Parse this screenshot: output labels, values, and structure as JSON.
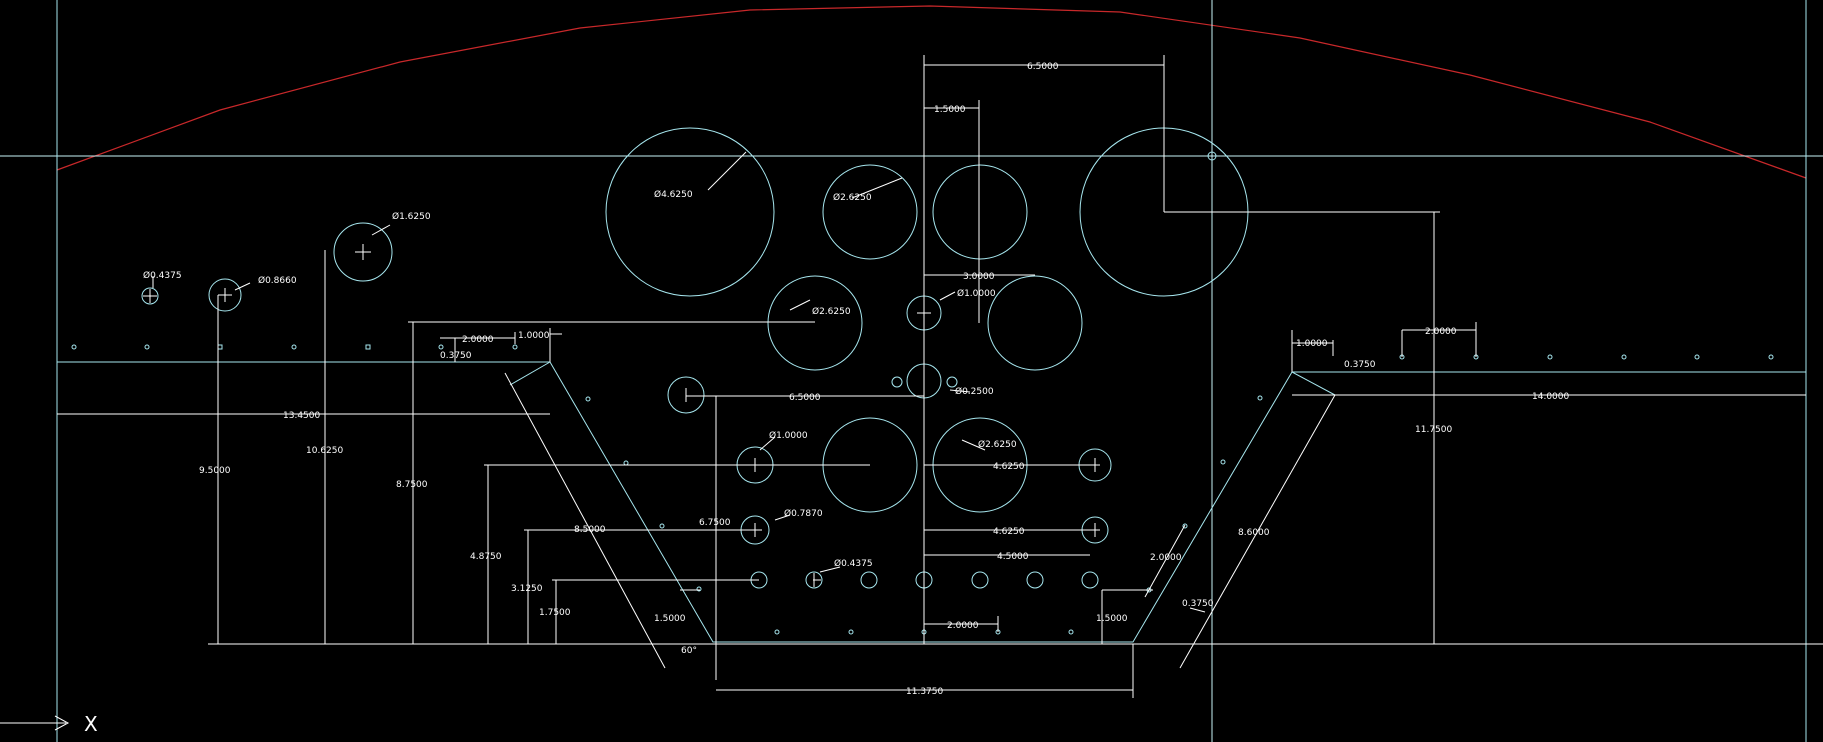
{
  "viewport": {
    "axis_label": "X"
  },
  "colors": {
    "background": "#000000",
    "geometry": "#a6e6ee",
    "dimension": "#ffffff",
    "boundary_arc": "#c8282a",
    "crosshair": "#c9f3f7"
  },
  "dimensions": {
    "d_4_6250": "Ø4.6250",
    "d_2_6250_a": "Ø2.6250",
    "d_2_6250_b": "Ø2.6250",
    "d_2_6250_c": "Ø2.6250",
    "d_1_6250": "Ø1.6250",
    "d_0_4375_a": "Ø0.4375",
    "d_0_4375_b": "Ø0.4375",
    "d_0_8660": "Ø0.8660",
    "d_1_0000_a": "Ø1.0000",
    "d_1_0000_b": "Ø1.0000",
    "d_0_7870": "Ø0.7870",
    "d_0_2500": "Ø0.2500",
    "h_6_5000_top": "6.5000",
    "h_1_5000_top": "1.5000",
    "h_3_0000": "3.0000",
    "h_2_0000_left": "2.0000",
    "h_1_0000_left": "1.0000",
    "h_0_3750_left": "0.3750",
    "h_13_4500": "13.4500",
    "h_6_5000_mid": "6.5000",
    "h_4_6250_a": "4.6250",
    "h_4_6250_b": "4.6250",
    "h_4_5000": "4.5000",
    "h_2_0000_bottom": "2.0000",
    "h_11_3750": "11.3750",
    "h_1_0000_right": "1.0000",
    "h_2_0000_right": "2.0000",
    "h_0_3750_right": "0.3750",
    "h_14_0000": "14.0000",
    "v_9_5000": "9.5000",
    "v_10_6250": "10.6250",
    "v_8_7500": "8.7500",
    "v_4_8750": "4.8750",
    "v_3_1250": "3.1250",
    "v_1_7500": "1.7500",
    "v_1_5000_left": "1.5000",
    "v_6_7500": "6.7500",
    "v_1_5000_right": "1.5000",
    "v_11_7500": "11.7500",
    "a_8_5000": "8.5000",
    "a_8_6000": "8.6000",
    "a_2_0000": "2.0000",
    "a_0_3750": "0.3750",
    "angle_60": "60°"
  }
}
